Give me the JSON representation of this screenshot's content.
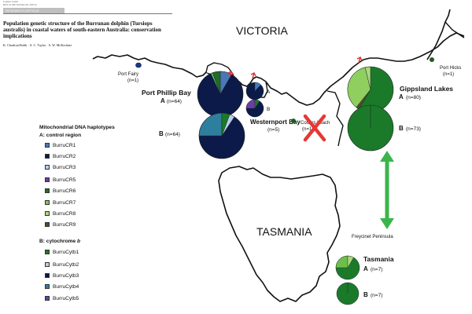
{
  "header": {
    "meta_lines": [
      "Conserv Genet",
      "DOI 10.1007/s10592-011-0327-6"
    ],
    "section": "RESEARCH ARTICLE",
    "title": "Population genetic structure of the Burrunan dolphin (Tursiops australis) in coastal waters of south-eastern Australia: conservation implications",
    "authors": "K. Charlton-Robb · A. C. Taylor · S. W. McKechnie"
  },
  "map": {
    "regions": [
      "VICTORIA",
      "TASMANIA"
    ],
    "sites": [
      {
        "name": "Port Fairy",
        "n": "(n=1)"
      },
      {
        "name": "Port Phillip Bay",
        "a": "A",
        "a_n": "(n=64)",
        "b": "B",
        "b_n": "(n=64)"
      },
      {
        "name": "Westernport Bay",
        "n": "(n=5)",
        "a": "A",
        "b": "B"
      },
      {
        "name": "Cotters beach",
        "n": "(n=1)"
      },
      {
        "name": "Gippsland Lakes",
        "a": "A",
        "a_n": "(n=80)",
        "b": "B",
        "b_n": "(n=73)"
      },
      {
        "name": "Port Hicks",
        "n": "(n=1)"
      },
      {
        "name": "Freycinet Peninsula"
      },
      {
        "name": "Tasmania",
        "a": "A",
        "a_n": "(n=7)",
        "b": "B",
        "b_n": "(n=7)"
      }
    ]
  },
  "legend": {
    "title": "Mitochondrial DNA haplotypes",
    "a_heading": "A: control region",
    "a_items": [
      {
        "label": "BurruCR1",
        "color": "#4a78b6"
      },
      {
        "label": "BurruCR2",
        "color": "#0b1a48"
      },
      {
        "label": "BurruCR3",
        "color": "#b7cfe9"
      },
      {
        "label": "BurruCR5",
        "color": "#6a3ea4"
      },
      {
        "label": "BurruCR6",
        "color": "#1e6d2a"
      },
      {
        "label": "BurruCR7",
        "color": "#7fc55a"
      },
      {
        "label": "BurruCR8",
        "color": "#a9d97f"
      },
      {
        "label": "BurruCR9",
        "color": "#4b4f2a"
      }
    ],
    "b_heading_prefix": "B: cytochrome ",
    "b_heading_italic": "b",
    "b_items": [
      {
        "label": "BurruCytb1",
        "color": "#1b7a2a"
      },
      {
        "label": "BurruCytb2",
        "color": "#b7cfe9"
      },
      {
        "label": "BurruCytb3",
        "color": "#0b1a48"
      },
      {
        "label": "BurruCytb4",
        "color": "#2e7e9e"
      },
      {
        "label": "BurruCytb5",
        "color": "#6a3ea4"
      }
    ]
  }
}
